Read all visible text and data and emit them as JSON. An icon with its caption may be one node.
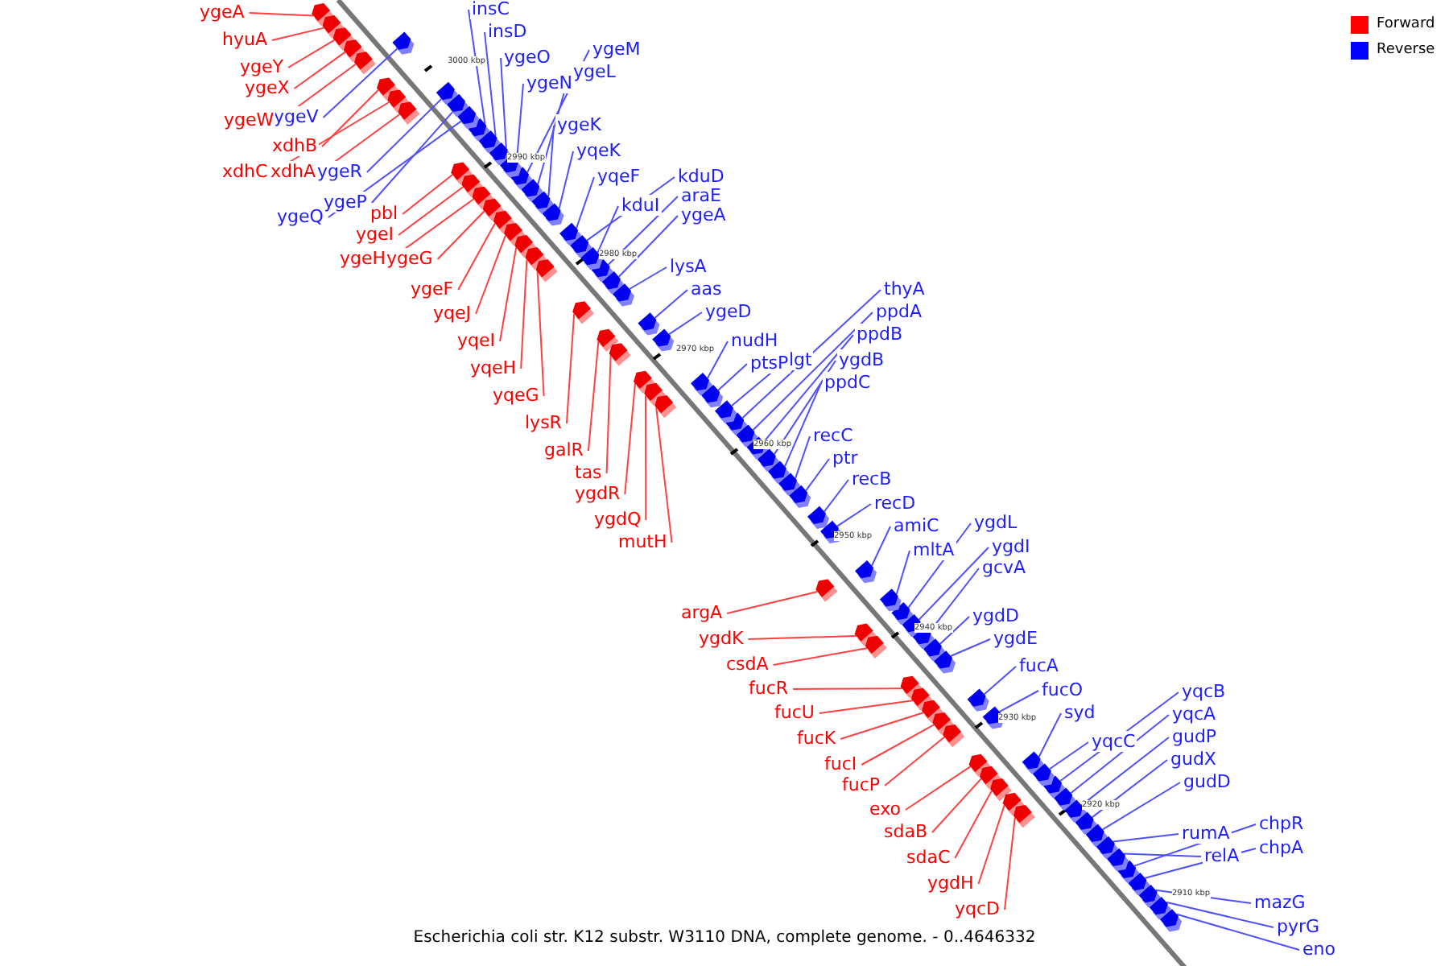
{
  "diagram": {
    "caption": "Escherichia coli str. K12 substr. W3110 DNA, complete genome. - 0..4646332",
    "nodes": [
      {
        "text": [
          "insC"
        ]
      },
      {
        "text": [
          "ygeA"
        ]
      },
      {
        "text": [
          "insD"
        ]
      },
      {
        "text": [
          "hyuA"
        ]
      },
      {
        "text": [
          "ygeM"
        ]
      },
      {
        "text": [
          "ygeO"
        ]
      },
      {
        "text": [
          "ygeY"
        ]
      },
      {
        "text": [
          "ygeL"
        ]
      },
      {
        "text": [
          "ygeN"
        ]
      },
      {
        "text": [
          "ygeX"
        ]
      },
      {
        "text": [
          "ygeV"
        ]
      },
      {
        "text": [
          "ygeW"
        ]
      },
      {
        "text": [
          "ygeK"
        ]
      },
      {
        "text": [
          "xdhB"
        ]
      },
      {
        "text": [
          "yqeK"
        ]
      },
      {
        "text": [
          "xdhC"
        ]
      },
      {
        "text": [
          "xdhA"
        ]
      },
      {
        "text": [
          "ygeR"
        ]
      },
      {
        "text": [
          "yqeF"
        ]
      },
      {
        "text": [
          "kduD"
        ]
      },
      {
        "text": [
          "araE"
        ]
      },
      {
        "text": [
          "ygeP"
        ]
      },
      {
        "text": [
          "kduI"
        ]
      },
      {
        "text": [
          "pbl"
        ]
      },
      {
        "text": [
          "ygeA"
        ]
      },
      {
        "text": [
          "ygeQ"
        ]
      },
      {
        "text": [
          "ygeI"
        ]
      },
      {
        "text": [
          "ygeH"
        ]
      },
      {
        "text": [
          "ygeG"
        ]
      },
      {
        "text": [
          "lysA"
        ]
      },
      {
        "text": [
          "ygeF"
        ]
      },
      {
        "text": [
          "aas"
        ]
      },
      {
        "text": [
          "thyA"
        ]
      },
      {
        "text": [
          "ygeD"
        ]
      },
      {
        "text": [
          "ppdA"
        ]
      },
      {
        "text": [
          "yqeJ"
        ]
      },
      {
        "text": [
          "ppdB"
        ]
      },
      {
        "text": [
          "yqeI"
        ]
      },
      {
        "text": [
          "nudH"
        ]
      },
      {
        "text": [
          "ygdB"
        ]
      },
      {
        "text": [
          "lgt"
        ]
      },
      {
        "text": [
          "ptsP"
        ]
      },
      {
        "text": [
          "yqeH"
        ]
      },
      {
        "text": [
          "ppdC"
        ]
      },
      {
        "text": [
          "yqeG"
        ]
      },
      {
        "text": [
          "lysR"
        ]
      },
      {
        "text": [
          "recC"
        ]
      },
      {
        "text": [
          "galR"
        ]
      },
      {
        "text": [
          "ptr"
        ]
      },
      {
        "text": [
          "tas"
        ]
      },
      {
        "text": [
          "recB"
        ]
      },
      {
        "text": [
          "ygdR"
        ]
      },
      {
        "text": [
          "recD"
        ]
      },
      {
        "text": [
          "ygdQ"
        ]
      },
      {
        "text": [
          "ygdL"
        ]
      },
      {
        "text": [
          "amiC"
        ]
      },
      {
        "text": [
          "mutH"
        ]
      },
      {
        "text": [
          "ygdI"
        ]
      },
      {
        "text": [
          "mltA"
        ]
      },
      {
        "text": [
          "gcvA"
        ]
      },
      {
        "text": [
          "argA"
        ]
      },
      {
        "text": [
          "ygdD"
        ]
      },
      {
        "text": [
          "ygdK"
        ]
      },
      {
        "text": [
          "ygdE"
        ]
      },
      {
        "text": [
          "csdA"
        ]
      },
      {
        "text": [
          "fucA"
        ]
      },
      {
        "text": [
          "fucR"
        ]
      },
      {
        "text": [
          "fucO"
        ]
      },
      {
        "text": [
          "yqcB"
        ]
      },
      {
        "text": [
          "fucU"
        ]
      },
      {
        "text": [
          "syd"
        ]
      },
      {
        "text": [
          "yqcA"
        ]
      },
      {
        "text": [
          "gudP"
        ]
      },
      {
        "text": [
          "fucK"
        ]
      },
      {
        "text": [
          "yqcC"
        ]
      },
      {
        "text": [
          "gudX"
        ]
      },
      {
        "text": [
          "fucI"
        ]
      },
      {
        "text": [
          "gudD"
        ]
      },
      {
        "text": [
          "fucP"
        ]
      },
      {
        "text": [
          "exo"
        ]
      },
      {
        "text": [
          "chpR"
        ]
      },
      {
        "text": [
          "sdaB"
        ]
      },
      {
        "text": [
          "rumA"
        ]
      },
      {
        "text": [
          "chpA"
        ]
      },
      {
        "text": [
          "relA"
        ]
      },
      {
        "text": [
          "sdaC"
        ]
      },
      {
        "text": [
          "ygdH"
        ]
      },
      {
        "text": [
          "mazG"
        ]
      },
      {
        "text": [
          "yqcD"
        ]
      },
      {
        "text": [
          "pyrG"
        ]
      },
      {
        "text": [
          "eno"
        ]
      },
      {
        "text": [],
        "shape": "pentagon"
      },
      {
        "text": [],
        "shape": "pentagon"
      },
      {
        "text": [],
        "shape": "pentagon"
      },
      {
        "text": [],
        "shape": "pentagon"
      },
      {
        "text": [],
        "shape": "pentagon"
      },
      {
        "text": [],
        "shape": "pentagon"
      },
      {
        "text": [],
        "shape": "pentagon"
      },
      {
        "text": [],
        "shape": "pentagon"
      },
      {
        "text": [],
        "shape": "pentagon"
      },
      {
        "text": [],
        "shape": "pentagon"
      },
      {
        "text": [],
        "shape": "pentagon"
      },
      {
        "text": [],
        "shape": "pentagon"
      },
      {
        "text": [],
        "shape": "pentagon"
      },
      {
        "text": [],
        "shape": "pentagon"
      },
      {
        "text": [],
        "shape": "pentagon"
      },
      {
        "text": [],
        "shape": "pentagon"
      },
      {
        "text": [],
        "shape": "pentagon"
      },
      {
        "text": [],
        "shape": "pentagon"
      },
      {
        "text": [],
        "shape": "pentagon"
      },
      {
        "text": [],
        "shape": "pentagon"
      },
      {
        "text": [],
        "shape": "pentagon"
      },
      {
        "text": [],
        "shape": "pentagon"
      },
      {
        "text": [],
        "shape": "pentagon"
      },
      {
        "text": [],
        "shape": "pentagon"
      },
      {
        "text": [],
        "shape": "pentagon"
      },
      {
        "text": [],
        "shape": "pentagon"
      },
      {
        "text": [],
        "shape": "pentagon"
      },
      {
        "text": [],
        "shape": "pentagon"
      },
      {
        "text": [],
        "shape": "pentagon"
      },
      {
        "text": [],
        "shape": "pentagon"
      },
      {
        "text": [],
        "shape": "pentagon"
      },
      {
        "text": [],
        "shape": "pentagon"
      },
      {
        "text": [],
        "shape": "pentagon"
      },
      {
        "text": [],
        "shape": "pentagon"
      },
      {
        "text": [],
        "shape": "pentagon"
      },
      {
        "text": [],
        "shape": "pentagon"
      },
      {
        "text": [],
        "shape": "pentagon"
      },
      {
        "text": [],
        "shape": "pentagon"
      },
      {
        "text": [],
        "shape": "pentagon"
      },
      {
        "text": [],
        "shape": "pentagon"
      },
      {
        "text": [],
        "shape": "pentagon"
      },
      {
        "text": [],
        "shape": "pentagon"
      },
      {
        "text": [],
        "shape": "pentagon"
      },
      {
        "text": [],
        "shape": "pentagon"
      },
      {
        "text": [],
        "shape": "pentagon"
      },
      {
        "text": [],
        "shape": "pentagon"
      },
      {
        "text": [],
        "shape": "pentagon"
      },
      {
        "text": [],
        "shape": "pentagon"
      },
      {
        "text": [],
        "shape": "pentagon"
      },
      {
        "text": [],
        "shape": "pentagon"
      },
      {
        "text": [],
        "shape": "pentagon"
      },
      {
        "text": [],
        "shape": "pentagon"
      },
      {
        "text": [],
        "shape": "pentagon"
      },
      {
        "text": [],
        "shape": "pentagon"
      },
      {
        "text": [],
        "shape": "pentagon"
      },
      {
        "text": [],
        "shape": "pentagon"
      },
      {
        "text": [],
        "shape": "pentagon"
      },
      {
        "text": [],
        "shape": "pentagon"
      },
      {
        "text": [],
        "shape": "pentagon"
      },
      {
        "text": [],
        "shape": "pentagon"
      },
      {
        "text": [],
        "shape": "pentagon"
      },
      {
        "text": [],
        "shape": "pentagon"
      },
      {
        "text": [],
        "shape": "pentagon"
      },
      {
        "text": [],
        "shape": "pentagon"
      },
      {
        "text": [],
        "shape": "pentagon"
      },
      {
        "text": [],
        "shape": "pentagon"
      },
      {
        "text": [],
        "shape": "pentagon"
      },
      {
        "text": [],
        "shape": "pentagon"
      },
      {
        "text": [],
        "shape": "pentagon"
      },
      {
        "text": [],
        "shape": "pentagon"
      },
      {
        "text": [],
        "shape": "pentagon"
      },
      {
        "text": [],
        "shape": "pentagon"
      },
      {
        "text": [],
        "shape": "pentagon"
      },
      {
        "text": [],
        "shape": "pentagon"
      },
      {
        "text": [],
        "shape": "pentagon"
      },
      {
        "text": [],
        "shape": "pentagon"
      },
      {
        "text": [],
        "shape": "pentagon"
      },
      {
        "text": [],
        "shape": "pentagon"
      },
      {
        "text": [],
        "shape": "pentagon"
      },
      {
        "text": [],
        "shape": "pentagon"
      },
      {
        "text": [],
        "shape": "pentagon"
      },
      {
        "text": [],
        "shape": "pentagon"
      },
      {
        "text": [],
        "shape": "pentagon"
      },
      {
        "text": [],
        "shape": "pentagon"
      },
      {
        "text": [],
        "shape": "pentagon"
      },
      {
        "text": [],
        "shape": "pentagon"
      },
      {
        "text": [],
        "shape": "pentagon"
      },
      {
        "text": [],
        "shape": "pentagon"
      },
      {
        "text": [],
        "shape": "pentagon"
      },
      {
        "text": [],
        "shape": "pentagon"
      },
      {
        "text": [],
        "shape": "pentagon"
      }
    ],
    "edges": [
      {
        "from": 0,
        "to": 91,
        "arrow": "none"
      },
      {
        "from": 1,
        "to": 92,
        "arrow": "none",
        "color": "#ff4040"
      },
      {
        "from": 2,
        "to": 93,
        "arrow": "none"
      },
      {
        "from": 3,
        "to": 94,
        "arrow": "none",
        "color": "#ff4040"
      },
      {
        "from": 4,
        "to": 95,
        "arrow": "none"
      },
      {
        "from": 5,
        "to": 96,
        "arrow": "none"
      },
      {
        "from": 6,
        "to": 97,
        "arrow": "none",
        "color": "#ff4040"
      },
      {
        "from": 7,
        "to": 98,
        "arrow": "none"
      },
      {
        "from": 8,
        "to": 99,
        "arrow": "none"
      },
      {
        "from": 9,
        "to": 100,
        "arrow": "none",
        "color": "#ff4040"
      },
      {
        "from": 10,
        "to": 101,
        "arrow": "none"
      },
      {
        "from": 11,
        "to": 102,
        "arrow": "none",
        "color": "#ff4040"
      },
      {
        "from": 12,
        "to": 103,
        "arrow": "none"
      },
      {
        "from": 13,
        "to": 104,
        "arrow": "none",
        "color": "#ff4040"
      },
      {
        "from": 14,
        "to": 105,
        "arrow": "none"
      },
      {
        "from": 15,
        "to": 106,
        "arrow": "none",
        "color": "#ff4040"
      },
      {
        "from": 16,
        "to": 107,
        "arrow": "none",
        "color": "#ff4040"
      },
      {
        "from": 17,
        "to": 108,
        "arrow": "none"
      },
      {
        "from": 18,
        "to": 109,
        "arrow": "none"
      },
      {
        "from": 19,
        "to": 110,
        "arrow": "none"
      },
      {
        "from": 20,
        "to": 111,
        "arrow": "none"
      },
      {
        "from": 21,
        "to": 112,
        "arrow": "none"
      },
      {
        "from": 22,
        "to": 113,
        "arrow": "none"
      },
      {
        "from": 23,
        "to": 114,
        "arrow": "none",
        "color": "#ff4040"
      },
      {
        "from": 24,
        "to": 115,
        "arrow": "none"
      },
      {
        "from": 25,
        "to": 116,
        "arrow": "none"
      },
      {
        "from": 26,
        "to": 117,
        "arrow": "none",
        "color": "#ff4040"
      },
      {
        "from": 27,
        "to": 118,
        "arrow": "none",
        "color": "#ff4040"
      },
      {
        "from": 28,
        "to": 119,
        "arrow": "none",
        "color": "#ff4040"
      },
      {
        "from": 29,
        "to": 120,
        "arrow": "none"
      },
      {
        "from": 30,
        "to": 121,
        "arrow": "none",
        "color": "#ff4040"
      },
      {
        "from": 31,
        "to": 122,
        "arrow": "none"
      },
      {
        "from": 32,
        "to": 123,
        "arrow": "none"
      },
      {
        "from": 33,
        "to": 124,
        "arrow": "none"
      },
      {
        "from": 34,
        "to": 125,
        "arrow": "none"
      },
      {
        "from": 35,
        "to": 126,
        "arrow": "none",
        "color": "#ff4040"
      },
      {
        "from": 36,
        "to": 127,
        "arrow": "none"
      },
      {
        "from": 37,
        "to": 128,
        "arrow": "none",
        "color": "#ff4040"
      },
      {
        "from": 38,
        "to": 129,
        "arrow": "none"
      },
      {
        "from": 39,
        "to": 130,
        "arrow": "none"
      },
      {
        "from": 40,
        "to": 131,
        "arrow": "none"
      },
      {
        "from": 41,
        "to": 132,
        "arrow": "none"
      },
      {
        "from": 42,
        "to": 133,
        "arrow": "none",
        "color": "#ff4040"
      },
      {
        "from": 43,
        "to": 134,
        "arrow": "none"
      },
      {
        "from": 44,
        "to": 135,
        "arrow": "none",
        "color": "#ff4040"
      },
      {
        "from": 45,
        "to": 136,
        "arrow": "none",
        "color": "#ff4040"
      },
      {
        "from": 46,
        "to": 137,
        "arrow": "none"
      },
      {
        "from": 47,
        "to": 138,
        "arrow": "none",
        "color": "#ff4040"
      },
      {
        "from": 48,
        "to": 139,
        "arrow": "none"
      },
      {
        "from": 49,
        "to": 140,
        "arrow": "none",
        "color": "#ff4040"
      },
      {
        "from": 50,
        "to": 141,
        "arrow": "none"
      },
      {
        "from": 51,
        "to": 142,
        "arrow": "none",
        "color": "#ff4040"
      },
      {
        "from": 52,
        "to": 143,
        "arrow": "none"
      },
      {
        "from": 53,
        "to": 144,
        "arrow": "none",
        "color": "#ff4040"
      },
      {
        "from": 54,
        "to": 145,
        "arrow": "none"
      },
      {
        "from": 55,
        "to": 146,
        "arrow": "none"
      },
      {
        "from": 56,
        "to": 147,
        "arrow": "none",
        "color": "#ff4040"
      },
      {
        "from": 57,
        "to": 148,
        "arrow": "none"
      },
      {
        "from": 58,
        "to": 149,
        "arrow": "none"
      },
      {
        "from": 59,
        "to": 150,
        "arrow": "none"
      },
      {
        "from": 60,
        "to": 151,
        "arrow": "none",
        "color": "#ff4040"
      },
      {
        "from": 61,
        "to": 152,
        "arrow": "none"
      },
      {
        "from": 62,
        "to": 153,
        "arrow": "none",
        "color": "#ff4040"
      },
      {
        "from": 63,
        "to": 154,
        "arrow": "none"
      },
      {
        "from": 64,
        "to": 155,
        "arrow": "none",
        "color": "#ff4040"
      },
      {
        "from": 65,
        "to": 156,
        "arrow": "none"
      },
      {
        "from": 66,
        "to": 157,
        "arrow": "none",
        "color": "#ff4040"
      },
      {
        "from": 67,
        "to": 158,
        "arrow": "none"
      },
      {
        "from": 68,
        "to": 159,
        "arrow": "none"
      },
      {
        "from": 69,
        "to": 160,
        "arrow": "none",
        "color": "#ff4040"
      },
      {
        "from": 70,
        "to": 161,
        "arrow": "none"
      },
      {
        "from": 71,
        "to": 162,
        "arrow": "none"
      },
      {
        "from": 72,
        "to": 163,
        "arrow": "none"
      },
      {
        "from": 73,
        "to": 164,
        "arrow": "none",
        "color": "#ff4040"
      },
      {
        "from": 74,
        "to": 165,
        "arrow": "none"
      },
      {
        "from": 75,
        "to": 166,
        "arrow": "none"
      },
      {
        "from": 76,
        "to": 167,
        "arrow": "none",
        "color": "#ff4040"
      },
      {
        "from": 77,
        "to": 168,
        "arrow": "none"
      },
      {
        "from": 78,
        "to": 169,
        "arrow": "none",
        "color": "#ff4040"
      },
      {
        "from": 79,
        "to": 170,
        "arrow": "none",
        "color": "#ff4040"
      },
      {
        "from": 80,
        "to": 171,
        "arrow": "none"
      },
      {
        "from": 81,
        "to": 172,
        "arrow": "none",
        "color": "#ff4040"
      },
      {
        "from": 82,
        "to": 173,
        "arrow": "none"
      },
      {
        "from": 83,
        "to": 174,
        "arrow": "none"
      },
      {
        "from": 84,
        "to": 175,
        "arrow": "none"
      },
      {
        "from": 85,
        "to": 176,
        "arrow": "none",
        "color": "#ff4040"
      },
      {
        "from": 86,
        "to": 177,
        "arrow": "none",
        "color": "#ff4040"
      },
      {
        "from": 87,
        "to": 178,
        "arrow": "none"
      },
      {
        "from": 88,
        "to": 179,
        "arrow": "none",
        "color": "#ff4040"
      },
      {
        "from": 89,
        "to": 180,
        "arrow": "none"
      },
      {
        "from": 90,
        "to": 181,
        "arrow": "none"
      }
    ],
    "labels": [
      "3000 kbp",
      "2990 kbp",
      "2980 kbp",
      "2970 kbp",
      "2960 kbp",
      "2950 kbp",
      "2940 kbp",
      "2930 kbp",
      "2920 kbp",
      "2910 kbp"
    ],
    "legend": [
      {
        "text": "Forward",
        "color": "#ff0000"
      },
      {
        "text": "Reverse",
        "color": "#0000ff"
      }
    ]
  }
}
